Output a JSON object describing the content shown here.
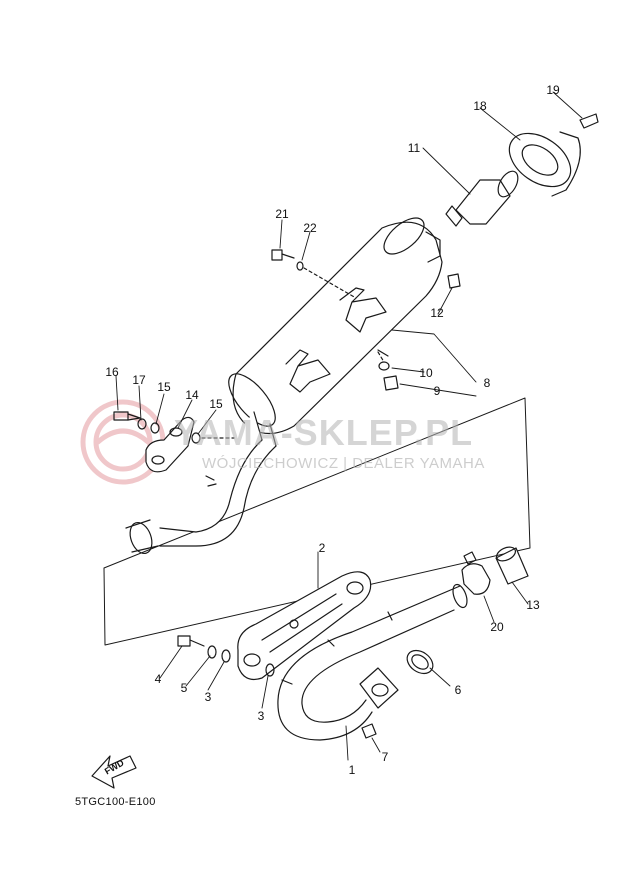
{
  "diagram": {
    "code": "5TGC100-E100",
    "fwd_label": "FWD",
    "watermark": {
      "shop": "YAMA-SKLEP.PL",
      "dealer": "WÓJCIECHOWICZ | DEALER YAMAHA"
    },
    "callouts": [
      "1",
      "2",
      "3",
      "3",
      "4",
      "5",
      "6",
      "7",
      "8",
      "9",
      "10",
      "11",
      "12",
      "13",
      "14",
      "15",
      "15",
      "16",
      "17",
      "19",
      "18",
      "20",
      "21",
      "22"
    ]
  }
}
